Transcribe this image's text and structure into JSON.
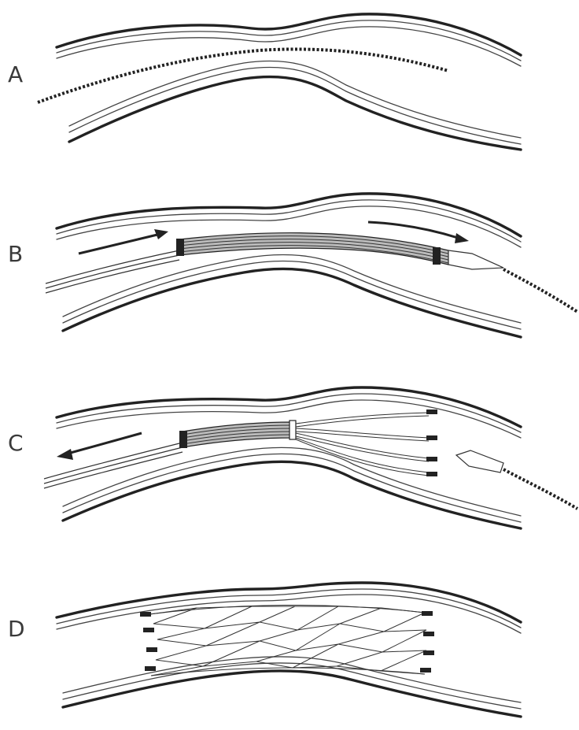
{
  "panels": [
    {
      "id": "A",
      "label": "A"
    },
    {
      "id": "B",
      "label": "B"
    },
    {
      "id": "C",
      "label": "C"
    },
    {
      "id": "D",
      "label": "D"
    }
  ],
  "colors": {
    "line": "#222222",
    "background": "#ffffff"
  }
}
